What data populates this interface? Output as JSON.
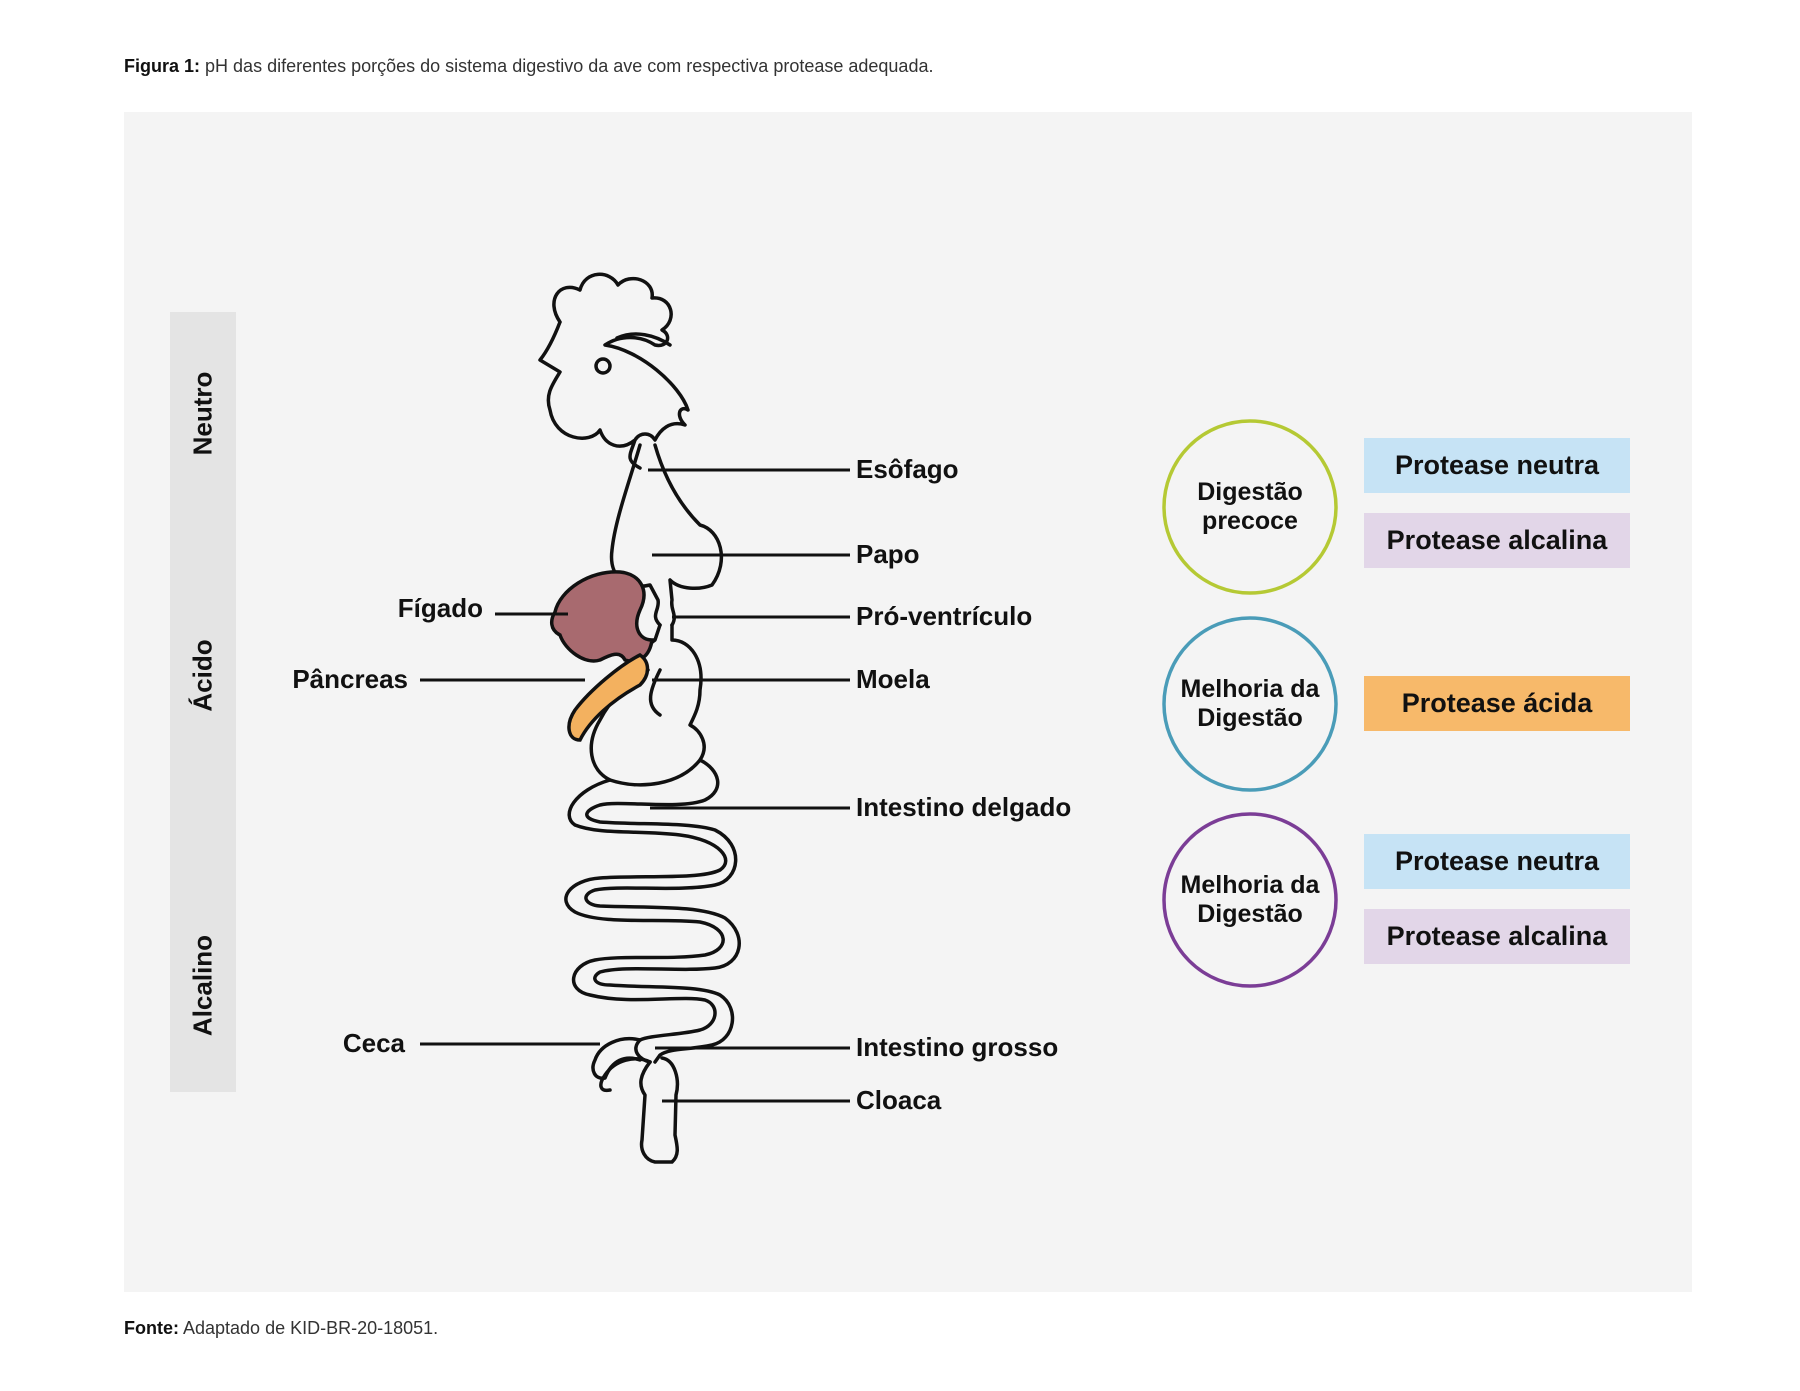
{
  "caption": {
    "prefix": "Figura 1:",
    "text": "pH das diferentes porções do sistema digestivo da ave com respectiva protease adequada."
  },
  "source": {
    "prefix": "Fonte:",
    "text": "Adaptado de KID-BR-20-18051."
  },
  "ph_zones": [
    "Neutro",
    "Ácido",
    "Alcalino"
  ],
  "organs": {
    "esofago": "Esôfago",
    "papo": "Papo",
    "proventriculo": "Pró-ventrículo",
    "moela": "Moela",
    "intestino_delgado": "Intestino delgado",
    "intestino_grosso": "Intestino grosso",
    "cloaca": "Cloaca",
    "figado": "Fígado",
    "pancreas": "Pâncreas",
    "ceca": "Ceca"
  },
  "groups": [
    {
      "line1": "Digestão",
      "line2": "precoce",
      "color": "#b5c934",
      "proteases": [
        "Protease neutra",
        "Protease alcalina"
      ]
    },
    {
      "line1": "Melhoria da",
      "line2": "Digestão",
      "color": "#4a9cb8",
      "proteases": [
        "Protease ácida"
      ]
    },
    {
      "line1": "Melhoria da",
      "line2": "Digestão",
      "color": "#7b3d96",
      "proteases": [
        "Protease neutra",
        "Protease alcalina"
      ]
    }
  ],
  "colors": {
    "protease_neutra": "#c6e3f5",
    "protease_alcalina": "#e2d6e8",
    "protease_acida": "#f7b96a",
    "figado": "#a86a6f",
    "pancreas": "#f3b15f"
  }
}
